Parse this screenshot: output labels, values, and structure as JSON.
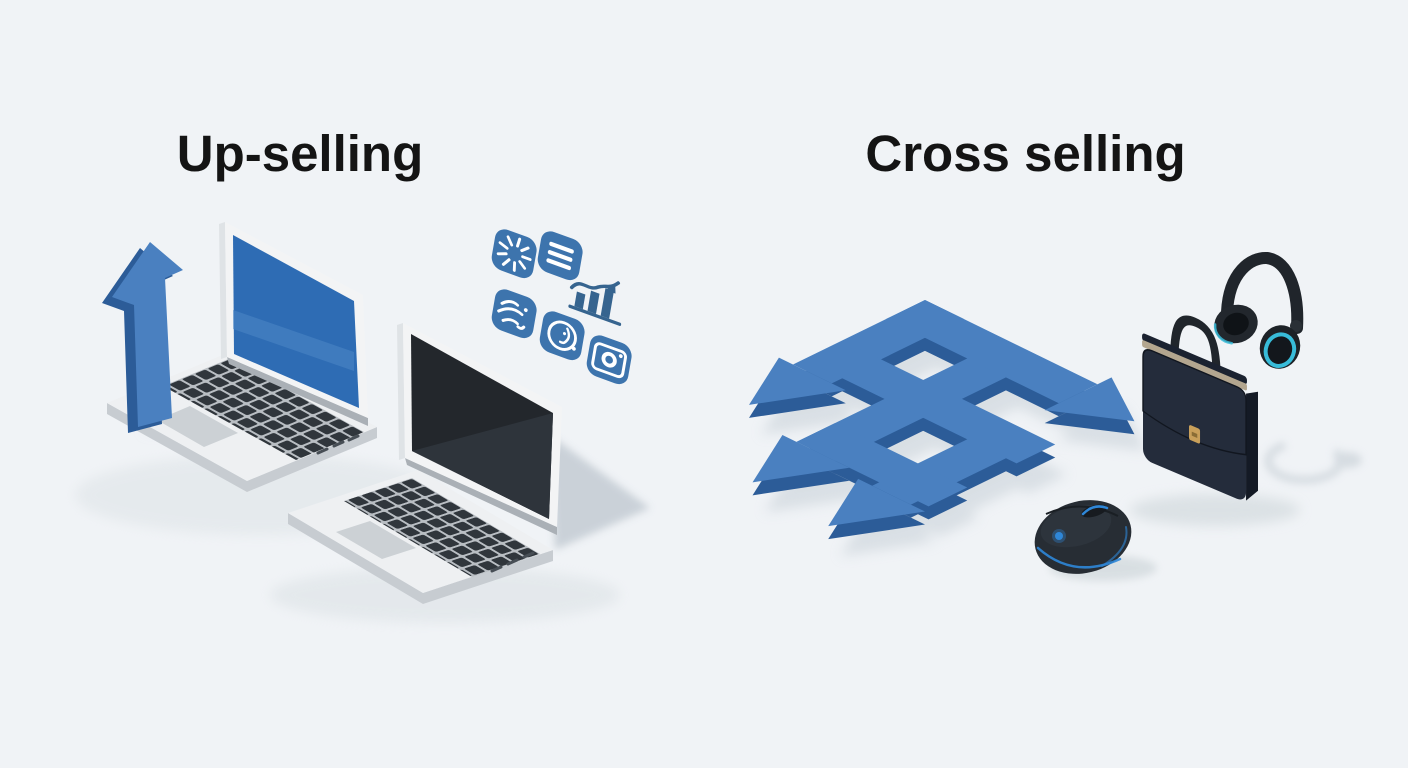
{
  "sections": {
    "upselling": {
      "title": "Up-selling"
    },
    "crossselling": {
      "title": "Cross selling"
    }
  },
  "illustrations": {
    "upselling": [
      "up-arrow",
      "laptop-blue-screen",
      "laptop-dark-screen",
      "app-icons",
      "bar-chart"
    ],
    "crossselling": [
      "crossing-arrows",
      "computer-mouse",
      "briefcase",
      "headphones"
    ]
  },
  "icons": [
    {
      "name": "gauge-icon",
      "glyph": "radial-dashes"
    },
    {
      "name": "list-icon",
      "glyph": "three-bars"
    },
    {
      "name": "bar-chart-icon",
      "glyph": "bars-with-trend-line"
    },
    {
      "name": "speed-lines-icon",
      "glyph": "scribble-strokes"
    },
    {
      "name": "profile-icon",
      "glyph": "face-in-circle"
    },
    {
      "name": "camera-icon",
      "glyph": "lens-in-frame"
    }
  ],
  "colors": {
    "background": "#f0f3f6",
    "title_text": "#141414",
    "arrow_blue": "#4a80c0",
    "arrow_blue_dark": "#2c5c98",
    "shadow": "#d3dade",
    "laptop_body": "#eef0f2",
    "laptop_edge": "#c7ccd1",
    "screen_frame": "#f3f4f5",
    "screen_blue": "#2e6cb4",
    "screen_blue_light": "#4e89c7",
    "screen_black": "#23272c",
    "keyboard_key": "#30363c",
    "keyboard_gap": "#b9bec3",
    "trackpad": "#ccd1d5",
    "icon_blue": "#3d74ad",
    "chart_blue": "#36648f",
    "briefcase": "#242c3b",
    "briefcase_trim": "#b3a68f",
    "clasp_gold": "#c9a05a",
    "headphones": "#20252b",
    "cyan_accent": "#38bcd9",
    "mouse_body": "#272d34",
    "mouse_accent": "#2f87d8"
  }
}
